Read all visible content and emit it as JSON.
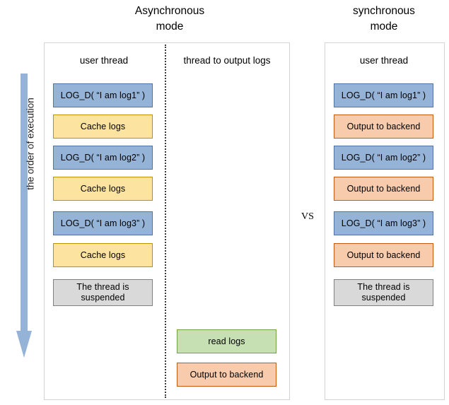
{
  "titles": {
    "async": "Asynchronous\nmode",
    "sync": "synchronous\nmode"
  },
  "vs_label": "VS",
  "order_axis": {
    "label": "the order of execution",
    "arrow_icon": "down-arrow-icon",
    "color": "#95b3d7"
  },
  "async_panel": {
    "columns": [
      {
        "name": "user-thread",
        "header": "user thread",
        "blocks": [
          {
            "text": "LOG_D( “I am log1” )",
            "style": "blue"
          },
          {
            "text": "Cache logs",
            "style": "yellow"
          },
          {
            "text": "LOG_D( “I am log2” )",
            "style": "blue"
          },
          {
            "text": "Cache logs",
            "style": "yellow"
          },
          {
            "text": "LOG_D( “I am log3” )",
            "style": "blue"
          },
          {
            "text": "Cache logs",
            "style": "yellow"
          },
          {
            "text": "The thread is\nsuspended",
            "style": "gray"
          }
        ]
      },
      {
        "name": "log-output-thread",
        "header": "thread to output logs",
        "blocks": [
          {
            "text": "read logs",
            "style": "green"
          },
          {
            "text": "Output to backend",
            "style": "orange"
          }
        ]
      }
    ]
  },
  "sync_panel": {
    "columns": [
      {
        "name": "user-thread",
        "header": "user thread",
        "blocks": [
          {
            "text": "LOG_D( “I am log1” )",
            "style": "blue"
          },
          {
            "text": "Output to backend",
            "style": "orange"
          },
          {
            "text": "LOG_D( “I am log2” )",
            "style": "blue"
          },
          {
            "text": "Output to backend",
            "style": "orange"
          },
          {
            "text": "LOG_D( “I am log3” )",
            "style": "blue"
          },
          {
            "text": "Output to backend",
            "style": "orange"
          },
          {
            "text": "The thread is\nsuspended",
            "style": "gray"
          }
        ]
      }
    ]
  },
  "colors": {
    "blue": "#95b3d7",
    "yellow": "#fce3a0",
    "gray": "#d9d9d9",
    "orange": "#f8cbad",
    "green": "#c6e0b4",
    "panel_border": "#d4d4d4",
    "divider": "#3b3b3b"
  }
}
